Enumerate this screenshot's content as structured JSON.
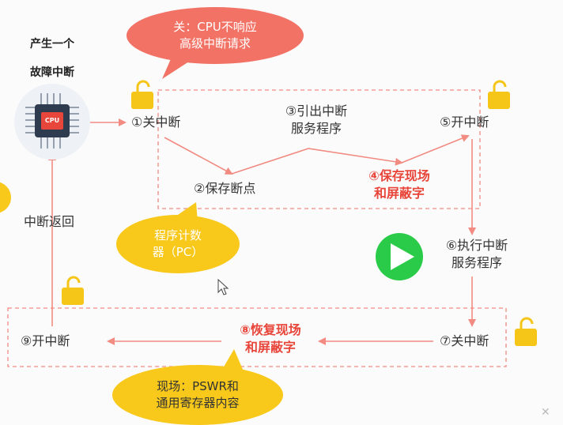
{
  "source": {
    "line1": "产生一个",
    "line2": "故障中断",
    "chip_text": "CPU"
  },
  "steps": {
    "s1": "①关中断",
    "s2": "②保存断点",
    "s3_line1": "③引出中断",
    "s3_line2": "服务程序",
    "s4_line1": "④保存现场",
    "s4_line2": "和屏蔽字",
    "s5": "⑤开中断",
    "s6_line1": "⑥执行中断",
    "s6_line2": "服务程序",
    "s7": "⑦关中断",
    "s8_line1": "⑧恢复现场",
    "s8_line2": "和屏蔽字",
    "s9": "⑨开中断"
  },
  "return_label": "中断返回",
  "callouts": {
    "close_int_line1": "关：CPU不响应",
    "close_int_line2": "高级中断请求",
    "pc_line1": "程序计数",
    "pc_line2": "器（PC）",
    "context_line1": "现场：PSWR和",
    "context_line2": "通用寄存器内容"
  },
  "colors": {
    "arrow": "#f28b82",
    "dashed_box": "#f28b82",
    "red_callout": "#f27265",
    "yellow_callout": "#f8c81a",
    "lock": "#f5c518",
    "highlight_text": "#e8463b",
    "play_button": "#2bcb4a"
  },
  "icons": {
    "chip": "cpu-chip-icon",
    "lock": "padlock-icon",
    "play": "play-icon",
    "cursor": "mouse-cursor-icon"
  }
}
